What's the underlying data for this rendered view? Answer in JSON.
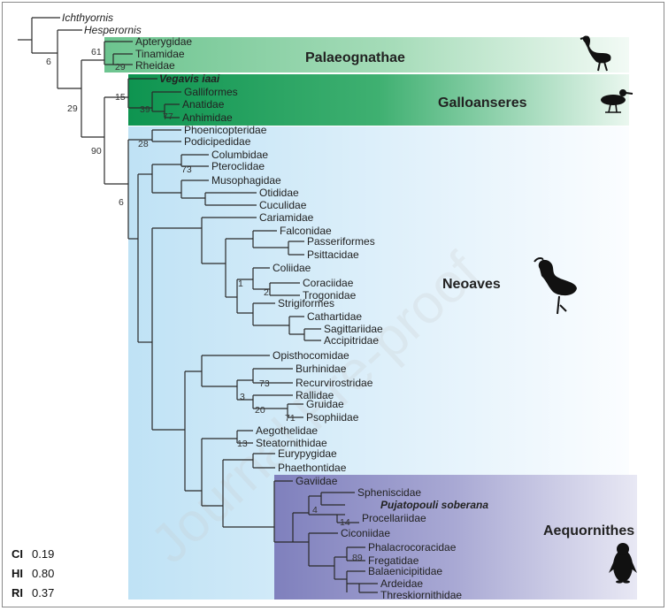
{
  "taxa": {
    "ichthyornis": "Ichthyornis",
    "hesperornis": "Hesperornis",
    "apterygidae": "Apterygidae",
    "tinamidae": "Tinamidae",
    "rheidae": "Rheidae",
    "vegavis": "Vegavis iaai",
    "galliformes": "Galliformes",
    "anatidae": "Anatidae",
    "anhimidae": "Anhimidae",
    "phoenicopteridae": "Phoenicopteridae",
    "podicipedidae": "Podicipedidae",
    "columbidae": "Columbidae",
    "pteroclidae": "Pteroclidae",
    "musophagidae": "Musophagidae",
    "otididae": "Otididae",
    "cuculidae": "Cuculidae",
    "cariamidae": "Cariamidae",
    "falconidae": "Falconidae",
    "passeriformes": "Passeriformes",
    "psittacidae": "Psittacidae",
    "coliidae": "Coliidae",
    "coraciidae": "Coraciidae",
    "trogonidae": "Trogonidae",
    "strigiformes": "Strigiformes",
    "cathartidae": "Cathartidae",
    "sagittariidae": "Sagittariidae",
    "accipitridae": "Accipitridae",
    "opisthocomidae": "Opisthocomidae",
    "burhinidae": "Burhinidae",
    "recurvirostridae": "Recurvirostridae",
    "rallidae": "Rallidae",
    "gruidae": "Gruidae",
    "psophiidae": "Psophiidae",
    "aegothelidae": "Aegothelidae",
    "steatornithidae": "Steatornithidae",
    "eurypygidae": "Eurypygidae",
    "phaethontidae": "Phaethontidae",
    "gaviidae": "Gaviidae",
    "spheniscidae": "Spheniscidae",
    "pujatopouli": "Pujatopouli soberana",
    "procellariidae": "Procellariidae",
    "ciconiidae": "Ciconiidae",
    "phalacrocoracidae": "Phalacrocoracidae",
    "fregatidae": "Fregatidae",
    "balaenicipitidae": "Balaenicipitidae",
    "ardeidae": "Ardeidae",
    "threskiornithidae": "Threskiornithidae"
  },
  "clades": {
    "palaeognathae": "Palaeognathae",
    "galloanseres": "Galloanseres",
    "neoaves": "Neoaves",
    "aequornithes": "Aequornithes"
  },
  "support": {
    "s6a": "6",
    "s61": "61",
    "s29a": "29",
    "s29b": "29",
    "s15": "15",
    "s39": "39",
    "s77": "77",
    "s90": "90",
    "s28": "28",
    "s6b": "6",
    "s73a": "73",
    "s1": "1",
    "s2": "2",
    "s73b": "73",
    "s3": "3",
    "s20": "20",
    "s71": "71",
    "s13": "13",
    "s4": "4",
    "s14": "14",
    "s89": "89"
  },
  "stats": {
    "ci_label": "CI",
    "ci_value": "0.19",
    "hi_label": "HI",
    "hi_value": "0.80",
    "ri_label": "RI",
    "ri_value": "0.37"
  },
  "watermark": "Journal Pre-proof",
  "colors": {
    "palaeognathae_band": "#7cc99a",
    "galloanseres_band": "#129b55",
    "neoaves_band": "#cfe9f7",
    "aequornithes_band": "#8f8fc4",
    "branch": "#2a2a2a"
  }
}
